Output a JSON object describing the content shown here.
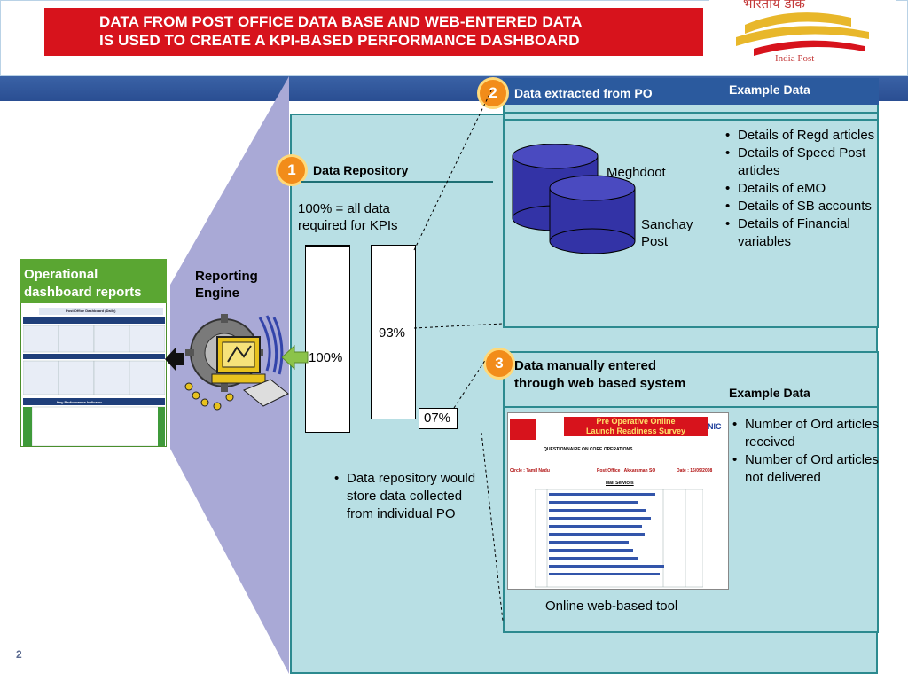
{
  "header": {
    "title_line1": "DATA FROM POST OFFICE DATA BASE AND WEB-ENTERED DATA",
    "title_line2": "IS USED TO CREATE A KPI-BASED PERFORMANCE DASHBOARD",
    "logo_hindi": "भारतीय डाक",
    "logo_text": "India Post"
  },
  "left": {
    "dashboard_title_line1": "Operational",
    "dashboard_title_line2": "dashboard reports",
    "engine_line1": "Reporting",
    "engine_line2": "Engine",
    "dash_heading": "Post Office Dashboard (Daily)",
    "dash_kpi_heading": "Key Performance Indicator"
  },
  "section1": {
    "number": "1",
    "title": "Data Repository",
    "subtitle_line1": "100% = all data",
    "subtitle_line2": "required for KPIs",
    "bar_left_label": "100%",
    "bar_right_label": "93%",
    "bar_small_label": "07%",
    "bar_values": [
      100,
      93,
      7
    ],
    "note": "Data repository would store data collected from individual PO"
  },
  "section2": {
    "number": "2",
    "title": "Data extracted from PO",
    "example_label": "Example Data",
    "db1": "Meghdoot",
    "db2": "Sanchay Post",
    "items": [
      "Details of Regd articles",
      "Details of Speed Post articles",
      "Details of eMO",
      "Details of SB accounts",
      "Details of Financial variables"
    ]
  },
  "section3": {
    "number": "3",
    "title": "Data manually entered through web based system",
    "example_label": "Example Data",
    "items": [
      "Number of Ord articles received",
      "Number of Ord articles not delivered"
    ],
    "tool_caption": "Online web-based tool",
    "survey_title_line1": "Pre Operative Online",
    "survey_title_line2": "Launch Readiness Survey",
    "survey_org": "NIC",
    "survey_heading": "QUESTIONNAIRE ON CORE OPERATIONS",
    "survey_circle": "Circle : Tamil Nadu",
    "survey_office": "Post Office : Akkaraman SO",
    "survey_date": "Date : 16/09/2008",
    "survey_section": "Mail Services"
  },
  "footer": {
    "page": "2"
  },
  "colors": {
    "title_red": "#d7131c",
    "band_blue": "#2b5a9e",
    "panel_teal": "#b8dfe4",
    "badge_orange": "#f28c1a",
    "dash_green": "#5aa632",
    "arrow_green": "#8bc34a",
    "funnel_lavender": "#a9a9d6"
  }
}
